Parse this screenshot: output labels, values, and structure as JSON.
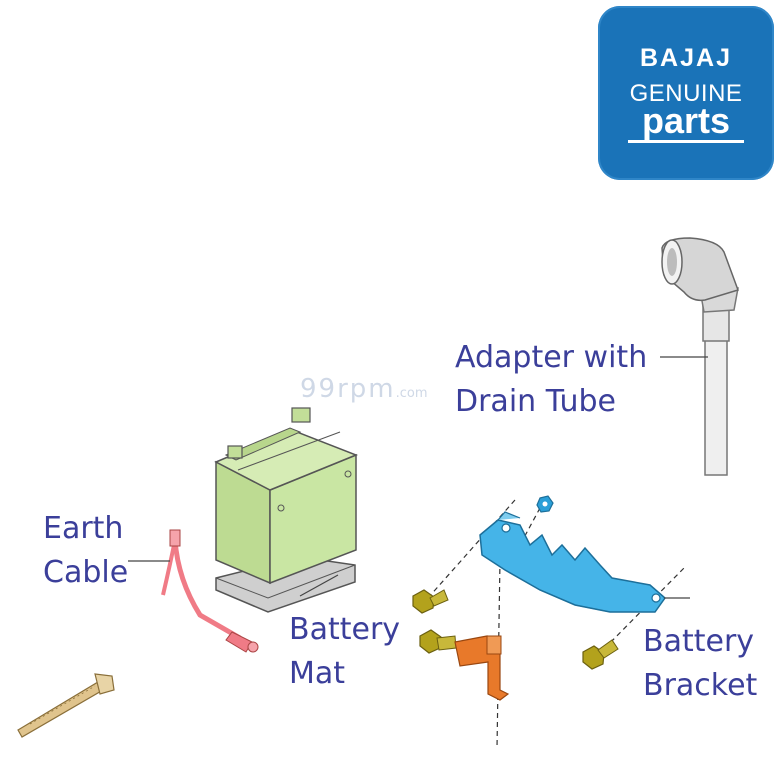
{
  "logo": {
    "line1": "BAJAJ",
    "line2": "GENUINE",
    "line3": "parts",
    "color": "#1a73b8"
  },
  "watermark": {
    "main": "99rpm",
    "suffix": ".com"
  },
  "labels": {
    "adapter": {
      "line1": "Adapter with",
      "line2": "Drain Tube"
    },
    "earth_cable": {
      "line1": "Earth",
      "line2": "Cable"
    },
    "battery_mat": {
      "line1": "Battery",
      "line2": "Mat"
    },
    "battery_bracket": {
      "line1": "Battery",
      "line2": "Bracket"
    }
  },
  "colors": {
    "label_text": "#3b3f9a",
    "battery": "#c7e3a0",
    "mat": "#cfcfcf",
    "bracket": "#3ab0e6",
    "bolt": "#b3a21c",
    "clamp": "#e8792a",
    "cable": "#f07b86",
    "tie": "#e0c48d"
  }
}
